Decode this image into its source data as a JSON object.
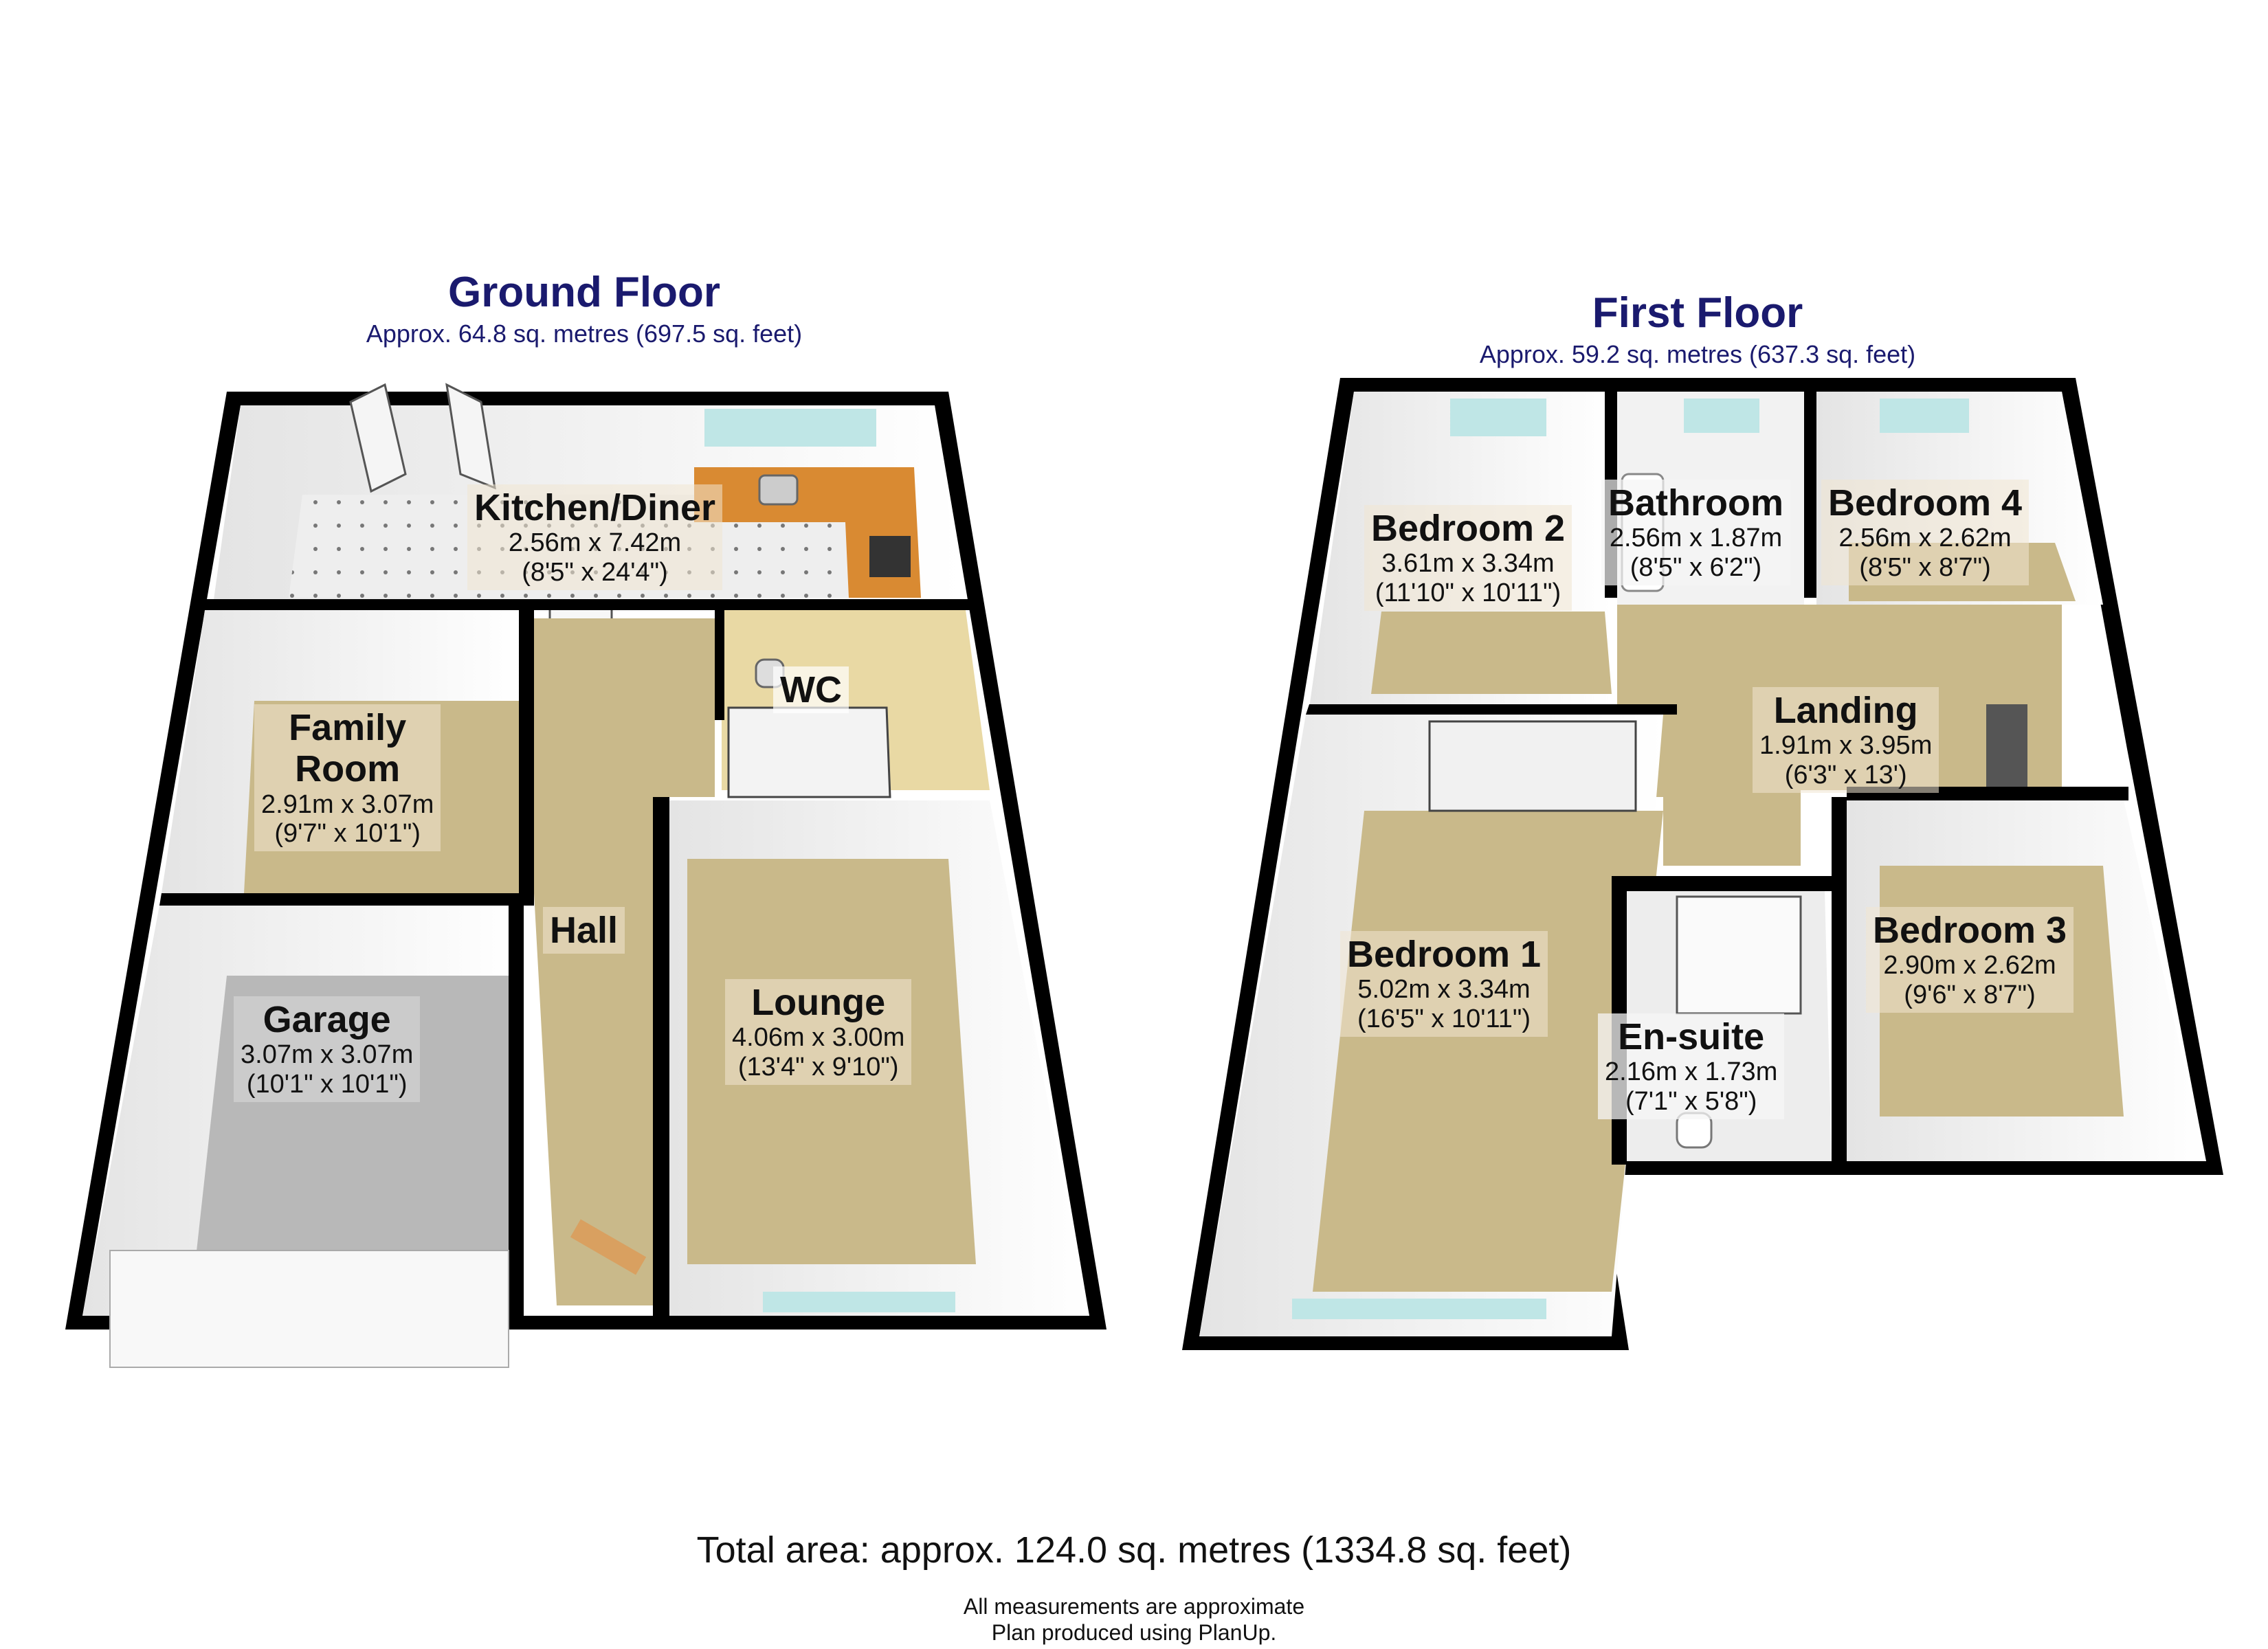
{
  "ground_floor": {
    "title": "Ground Floor",
    "area": "Approx. 64.8 sq. metres (697.5 sq. feet)",
    "rooms": {
      "kitchen": {
        "name": "Kitchen/Diner",
        "metric": "2.56m x 7.42m",
        "imperial": "(8'5\" x 24'4\")"
      },
      "wc": {
        "name": "WC"
      },
      "family_room": {
        "name_line1": "Family",
        "name_line2": "Room",
        "metric": "2.91m x 3.07m",
        "imperial": "(9'7\" x 10'1\")"
      },
      "hall": {
        "name": "Hall"
      },
      "garage": {
        "name": "Garage",
        "metric": "3.07m x 3.07m",
        "imperial": "(10'1\" x 10'1\")"
      },
      "lounge": {
        "name": "Lounge",
        "metric": "4.06m x 3.00m",
        "imperial": "(13'4\" x 9'10\")"
      }
    }
  },
  "first_floor": {
    "title": "First Floor",
    "area": "Approx. 59.2 sq. metres (637.3 sq. feet)",
    "rooms": {
      "bedroom2": {
        "name": "Bedroom 2",
        "metric": "3.61m x 3.34m",
        "imperial": "(11'10\" x 10'11\")"
      },
      "bathroom": {
        "name": "Bathroom",
        "metric": "2.56m x 1.87m",
        "imperial": "(8'5\" x 6'2\")"
      },
      "bedroom4": {
        "name": "Bedroom 4",
        "metric": "2.56m x 2.62m",
        "imperial": "(8'5\" x 8'7\")"
      },
      "landing": {
        "name": "Landing",
        "metric": "1.91m x 3.95m",
        "imperial": "(6'3\" x 13')"
      },
      "bedroom1": {
        "name": "Bedroom 1",
        "metric": "5.02m x 3.34m",
        "imperial": "(16'5\" x 10'11\")"
      },
      "ensuite": {
        "name": "En-suite",
        "metric": "2.16m x 1.73m",
        "imperial": "(7'1\" x 5'8\")"
      },
      "bedroom3": {
        "name": "Bedroom 3",
        "metric": "2.90m x 2.62m",
        "imperial": "(9'6\" x 8'7\")"
      }
    }
  },
  "footer": {
    "total": "Total area: approx. 124.0 sq. metres (1334.8 sq. feet)",
    "note1": "All measurements are approximate",
    "note2": "Plan produced using PlanUp."
  },
  "colors": {
    "floor_tan": "#c9b98a",
    "tile_white": "#eeeeee",
    "garage_grey": "#b8b8b8",
    "wall_black": "#000000",
    "kitchen_worktop": "#d98a32",
    "window_glass": "#bfe6e6",
    "title_navy": "#1a1a6e"
  }
}
